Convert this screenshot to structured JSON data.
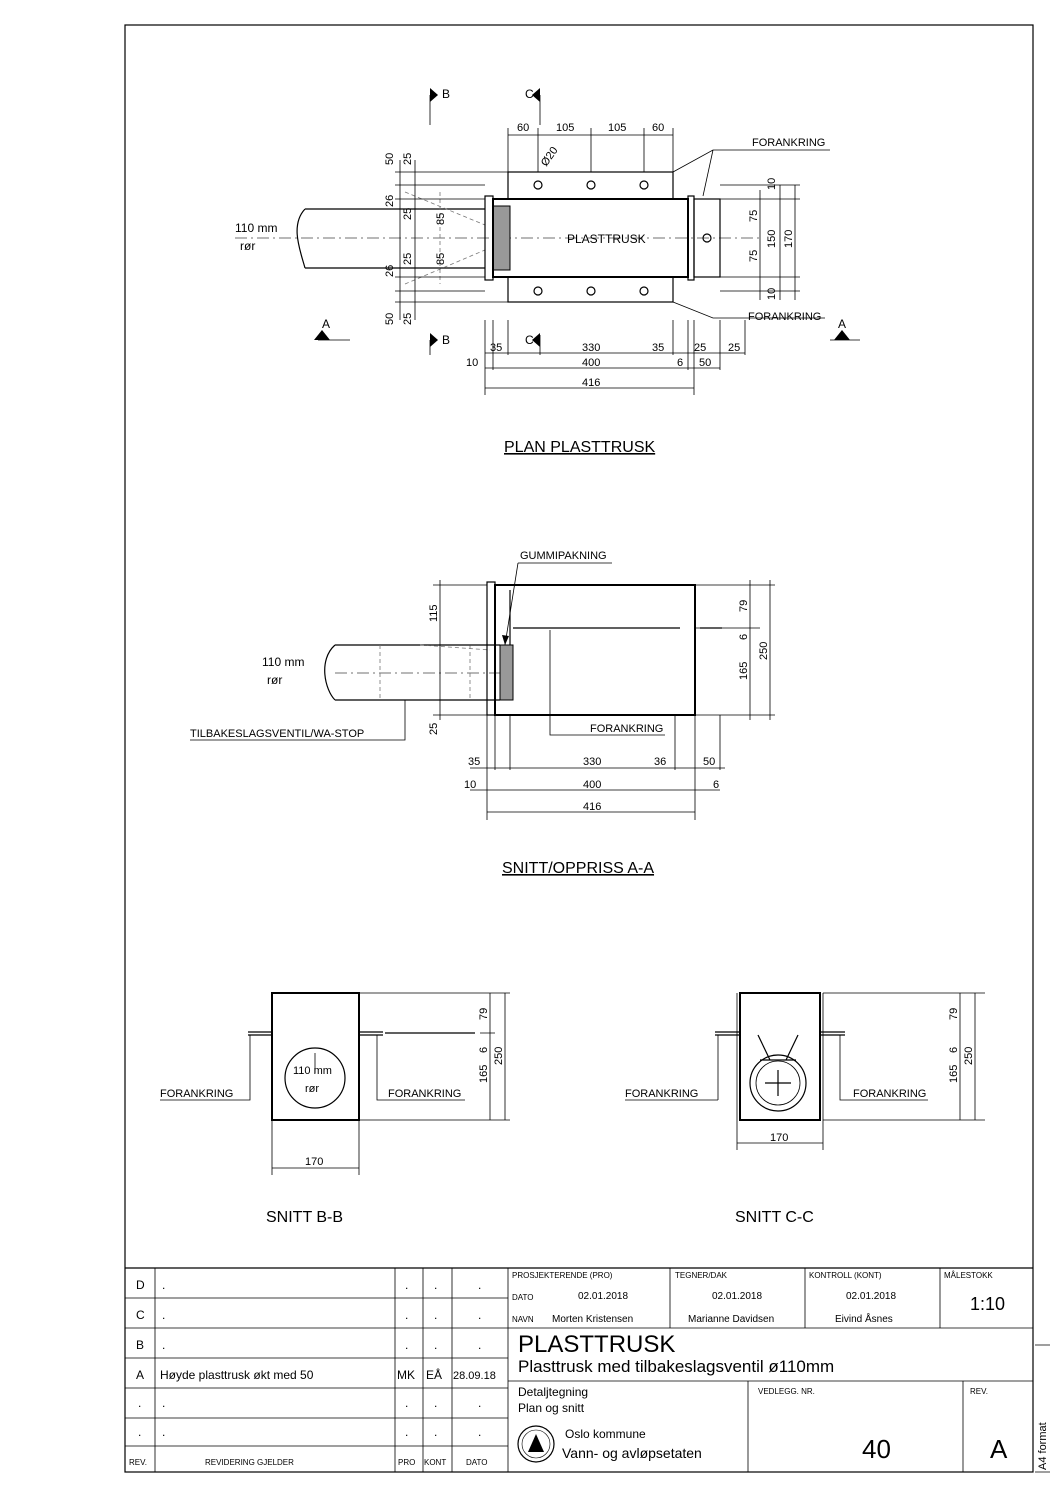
{
  "plan": {
    "title": "PLAN PLASTTRUSK",
    "body_label": "PLASTTRUSK",
    "pipe_label_1": "110 mm",
    "pipe_label_2": "rør",
    "anchor_top": "FORANKRING",
    "anchor_bottom": "FORANKRING",
    "hole_label": "Ø20",
    "section_a": "A",
    "section_b": "B",
    "section_c": "C",
    "dims_top": [
      "60",
      "105",
      "105",
      "60"
    ],
    "dims_bottom_row1": [
      "35",
      "330",
      "35",
      "25",
      "25"
    ],
    "dims_bottom_row2": [
      "10",
      "400",
      "6",
      "50"
    ],
    "dims_bottom_row3": [
      "416"
    ],
    "dims_left": [
      "50",
      "25",
      "26",
      "25",
      "85",
      "85",
      "25",
      "26",
      "50",
      "25"
    ],
    "dims_right": [
      "10",
      "75",
      "150",
      "170",
      "75",
      "10"
    ]
  },
  "section_aa": {
    "title": "SNITT/OPPRISS A-A",
    "gasket_label": "GUMMIPAKNING",
    "anchor_label": "FORANKRING",
    "valve_label": "TILBAKESLAGSVENTIL/WA-STOP",
    "pipe_label_1": "110 mm",
    "pipe_label_2": "rør",
    "dims_left": [
      "115",
      "25"
    ],
    "dims_right": [
      "79",
      "6",
      "165",
      "250"
    ],
    "dims_row1": [
      "35",
      "330",
      "36",
      "50"
    ],
    "dims_row2": [
      "10",
      "400",
      "6"
    ],
    "dims_row3": [
      "416"
    ]
  },
  "section_bb": {
    "title": "SNITT B-B",
    "anchor_left": "FORANKRING",
    "anchor_right": "FORANKRING",
    "pipe_1": "110 mm",
    "pipe_2": "rør",
    "dims_right": [
      "79",
      "6",
      "165",
      "250"
    ],
    "width": "170"
  },
  "section_cc": {
    "title": "SNITT C-C",
    "anchor_left": "FORANKRING",
    "anchor_right": "FORANKRING",
    "dims_right": [
      "79",
      "6",
      "165",
      "250"
    ],
    "width": "170"
  },
  "titleblock": {
    "rev_rows": [
      {
        "rev": "D",
        "text": ".",
        "pro": ".",
        "kont": ".",
        "dato": "."
      },
      {
        "rev": "C",
        "text": ".",
        "pro": ".",
        "kont": ".",
        "dato": "."
      },
      {
        "rev": "B",
        "text": ".",
        "pro": ".",
        "kont": ".",
        "dato": "."
      },
      {
        "rev": "A",
        "text": "Høyde plasttrusk økt med 50",
        "pro": "MK",
        "kont": "EÅ",
        "dato": "28.09.18"
      },
      {
        "rev": ".",
        "text": ".",
        "pro": ".",
        "kont": ".",
        "dato": "."
      },
      {
        "rev": ".",
        "text": ".",
        "pro": ".",
        "kont": ".",
        "dato": "."
      }
    ],
    "rev_header": {
      "rev": "REV.",
      "text": "REVIDERING GJELDER",
      "pro": "PRO",
      "kont": "KONT",
      "dato": "DATO"
    },
    "prosjekterende_label": "PROSJEKTERENDE (PRO)",
    "tegner_label": "TEGNER/DAK",
    "kontroll_label": "KONTROLL (KONT)",
    "malestokk_label": "MÅLESTOKK",
    "dato_label": "DATO",
    "navn_label": "NAVN",
    "pro_dato": "02.01.2018",
    "tegner_dato": "02.01.2018",
    "kont_dato": "02.01.2018",
    "pro_navn": "Morten Kristensen",
    "tegner_navn": "Marianne Davidsen",
    "kont_navn": "Eivind Åsnes",
    "scale": "1:10",
    "main_title": "PLASTTRUSK",
    "subtitle": "Plasttrusk med tilbakeslagsventil ø110mm",
    "line3": "Detaljtegning",
    "line4": "Plan og snitt",
    "org_1": "Oslo kommune",
    "org_2": "Vann- og avløpsetaten",
    "vedlegg_label": "VEDLEGG. NR.",
    "vedlegg_nr": "40",
    "rev_label": "REV.",
    "rev_value": "A",
    "format": "A4 format"
  }
}
